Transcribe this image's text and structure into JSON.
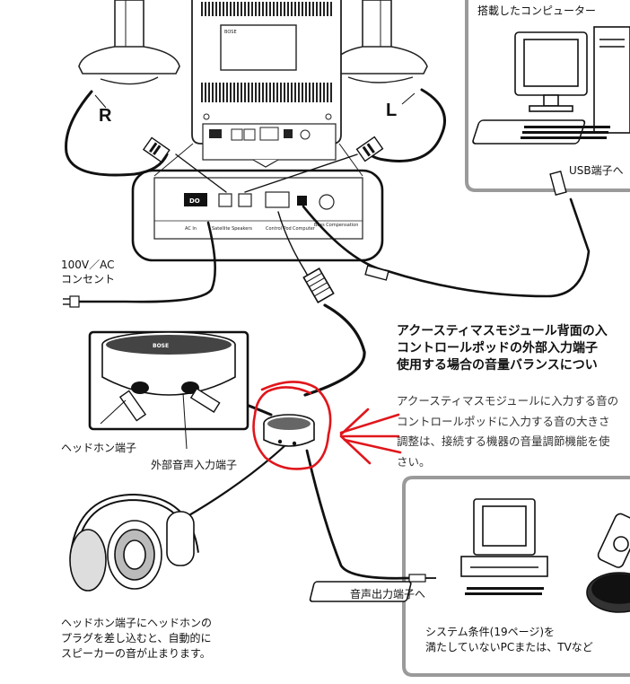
{
  "labels": {
    "right_speaker": "R",
    "left_speaker": "L",
    "ac_outlet_line1": "100V／AC",
    "ac_outlet_line2": "コンセント",
    "computer_line1": "搭載したコンピューター",
    "usb_port": "USB端子へ",
    "headphone_jack": "ヘッドホン端子",
    "external_input": "外部音声入力端子",
    "audio_out": "音声出力端子へ",
    "headphone_note_line1": "ヘッドホン端子にヘッドホンの",
    "headphone_note_line2": "プラグを差し込むと、自動的に",
    "headphone_note_line3": "スピーカーの音が止まります。",
    "requirements_line1": "システム条件(19ページ)を",
    "requirements_line2": "満たしていないPCまたは、TVなど"
  },
  "panel_labels": {
    "ac_in": "AC In",
    "satellite_speakers": "Satellite Speakers",
    "control_pod": "Control Pod",
    "computer": "Computer",
    "bass_compensation": "Bass Compensation",
    "brand": "BOSE"
  },
  "section": {
    "heading_line1": "アクースティマスモジュール背面の入",
    "heading_line2": "コントロールポッドの外部入力端子",
    "heading_line3": "使用する場合の音量バランスについ",
    "body_line1": "アクースティマスモジュールに入力する音の",
    "body_line2": "コントロールポッドに入力する音の大きさ",
    "body_line3": "調整は、接続する機器の音量調節機能を使",
    "body_line4": "さい。"
  },
  "colors": {
    "annotation": "#e0161b",
    "box_border": "#9a9a9a",
    "line": "#111111"
  }
}
